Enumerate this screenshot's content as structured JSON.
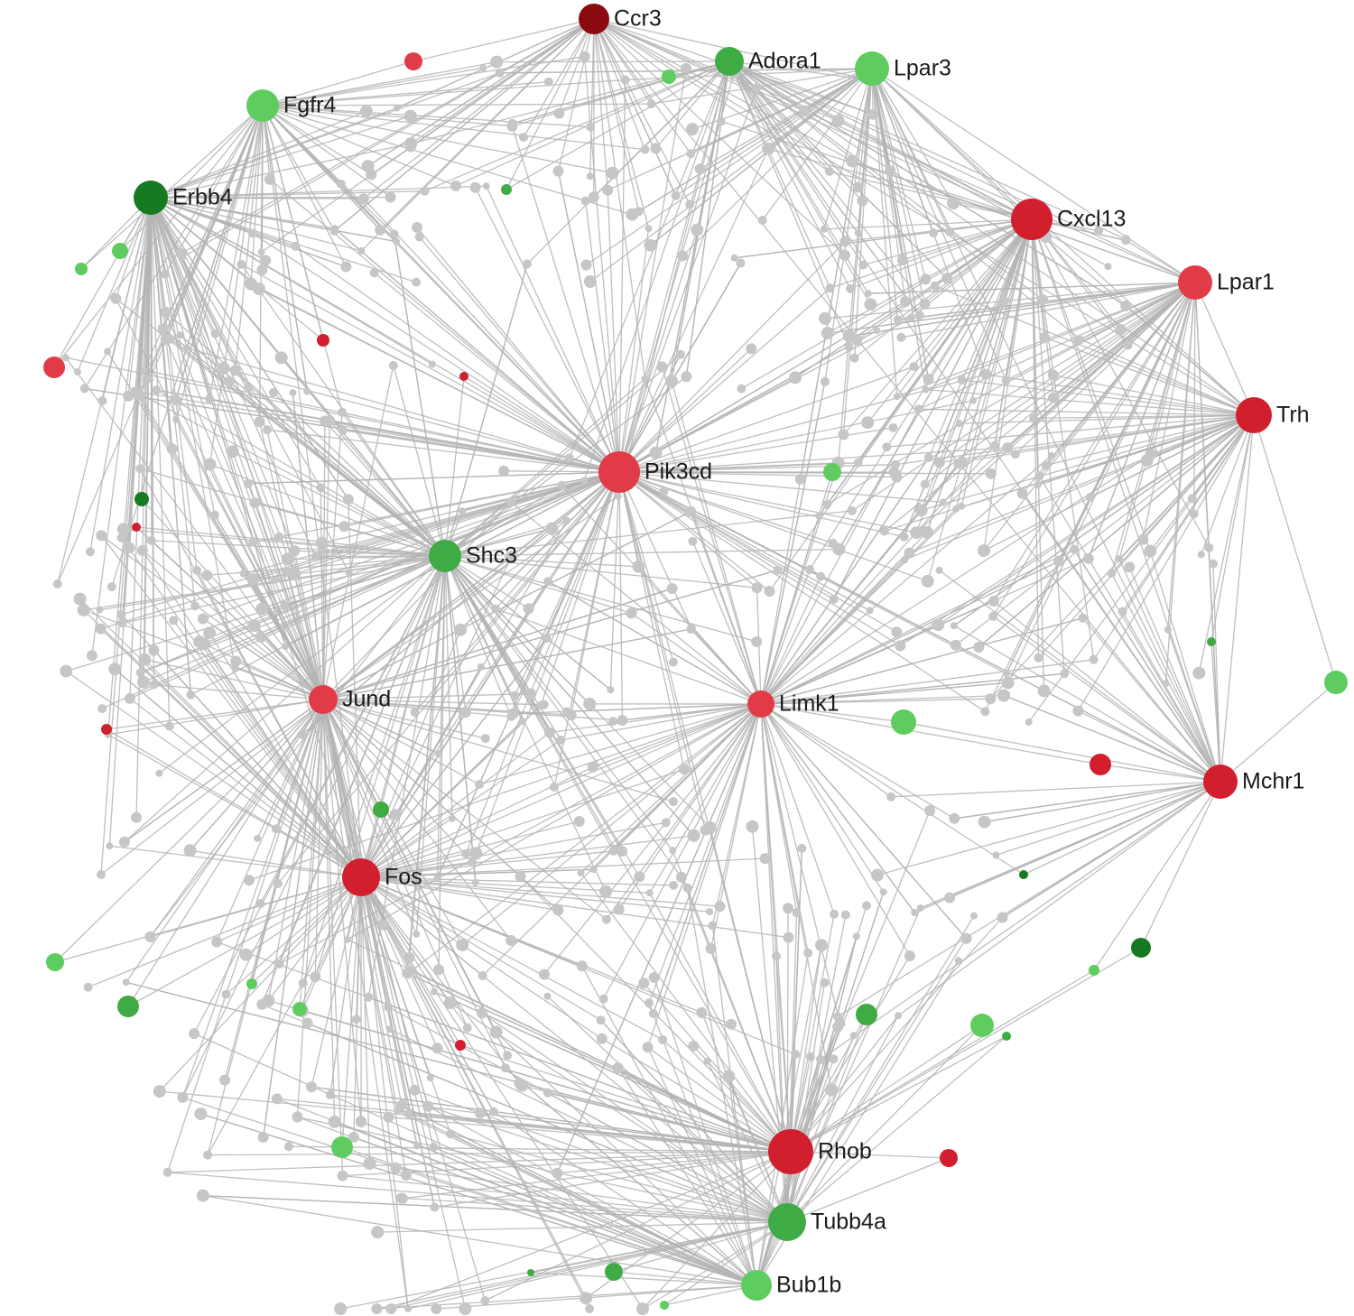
{
  "colors": {
    "edge": "#b4b4b4",
    "minor_node": "#c6c6c6",
    "up_dark": "#8b0a10",
    "up": "#d11f2d",
    "up_light": "#e23b48",
    "down_dark": "#157a21",
    "down": "#3fab45",
    "down_light": "#5fcc5f"
  },
  "hubs": [
    {
      "id": "ccr3",
      "label": "Ccr3",
      "color": "up_dark"
    },
    {
      "id": "adora1",
      "label": "Adora1",
      "color": "down"
    },
    {
      "id": "lpar3",
      "label": "Lpar3",
      "color": "down_light"
    },
    {
      "id": "fgfr4",
      "label": "Fgfr4",
      "color": "down_light"
    },
    {
      "id": "erbb4",
      "label": "Erbb4",
      "color": "down_dark"
    },
    {
      "id": "cxcl13",
      "label": "Cxcl13",
      "color": "up"
    },
    {
      "id": "lpar1",
      "label": "Lpar1",
      "color": "up_light"
    },
    {
      "id": "trh",
      "label": "Trh",
      "color": "up"
    },
    {
      "id": "pik3cd",
      "label": "Pik3cd",
      "color": "up_light"
    },
    {
      "id": "shc3",
      "label": "Shc3",
      "color": "down"
    },
    {
      "id": "jund",
      "label": "Jund",
      "color": "up_light"
    },
    {
      "id": "limk1",
      "label": "Limk1",
      "color": "up_light"
    },
    {
      "id": "mchr1",
      "label": "Mchr1",
      "color": "up"
    },
    {
      "id": "fos",
      "label": "Fos",
      "color": "up"
    },
    {
      "id": "rhob",
      "label": "Rhob",
      "color": "up"
    },
    {
      "id": "tubb4a",
      "label": "Tubb4a",
      "color": "down"
    },
    {
      "id": "bub1b",
      "label": "Bub1b",
      "color": "down_light"
    }
  ],
  "unlabeled_nodes": [
    {
      "color": "up_light"
    },
    {
      "color": "down_light"
    },
    {
      "color": "down"
    },
    {
      "color": "down_light"
    },
    {
      "color": "down_light"
    },
    {
      "color": "up_light"
    },
    {
      "color": "up"
    },
    {
      "color": "up"
    },
    {
      "color": "down_dark"
    },
    {
      "color": "up"
    },
    {
      "color": "down_light"
    },
    {
      "color": "down_light"
    },
    {
      "color": "up"
    },
    {
      "color": "down"
    },
    {
      "color": "down_light"
    },
    {
      "color": "down"
    },
    {
      "color": "down_dark"
    },
    {
      "color": "down_light"
    },
    {
      "color": "down_dark"
    },
    {
      "color": "down_light"
    },
    {
      "color": "down"
    },
    {
      "color": "down_light"
    },
    {
      "color": "up"
    },
    {
      "color": "down_light"
    },
    {
      "color": "down"
    },
    {
      "color": "down_light"
    },
    {
      "color": "down"
    },
    {
      "color": "up"
    },
    {
      "color": "up"
    },
    {
      "color": "down_light"
    },
    {
      "color": "down"
    },
    {
      "color": "down_light"
    },
    {
      "color": "down"
    }
  ]
}
